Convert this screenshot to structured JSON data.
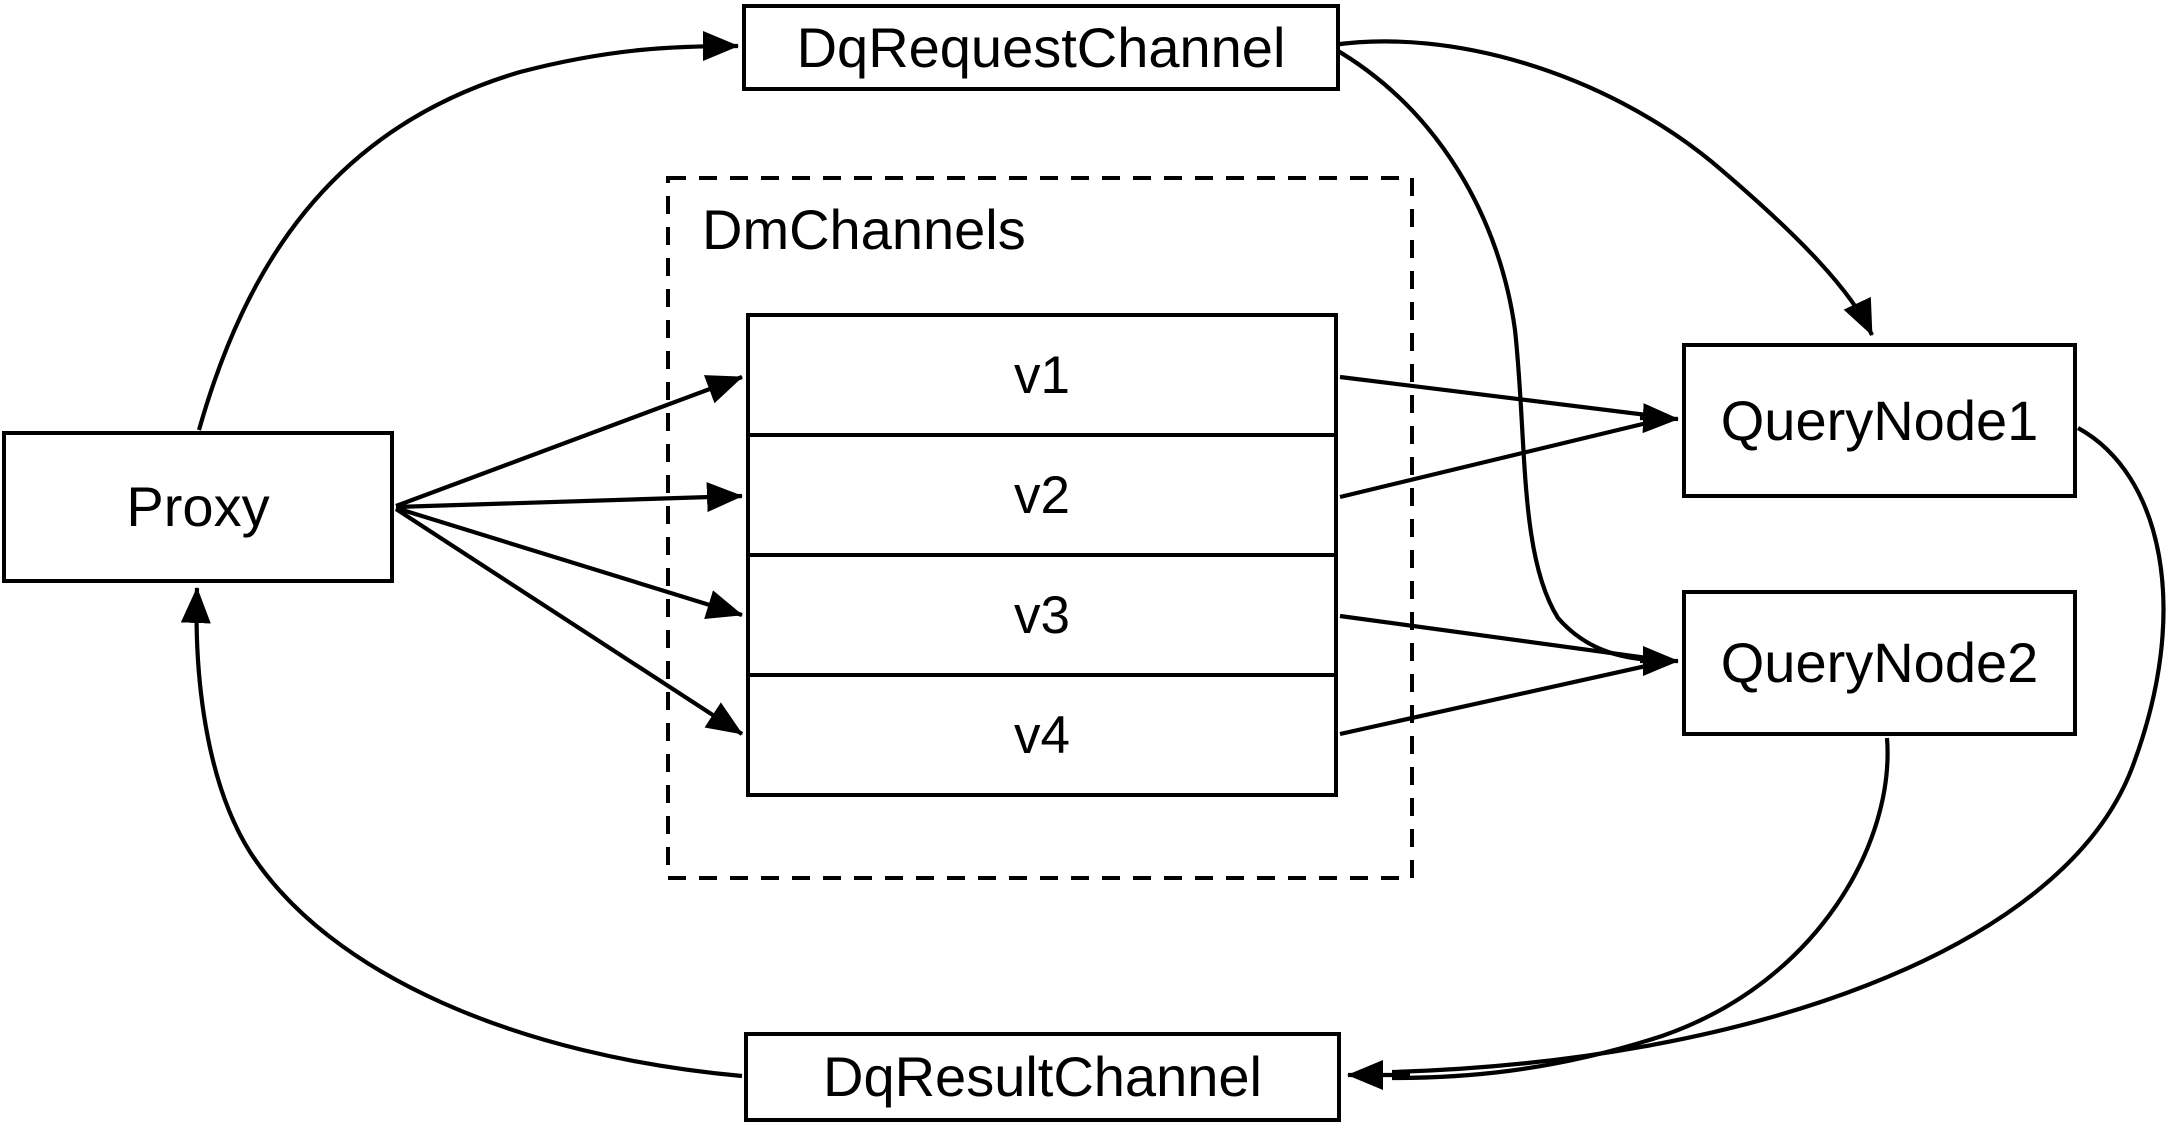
{
  "diagram": {
    "background_color": "#ffffff",
    "line_color": "#000000",
    "nodes": {
      "proxy": {
        "label": "Proxy"
      },
      "dq_request_channel": {
        "label": "DqRequestChannel"
      },
      "dm_channels": {
        "label": "DmChannels",
        "channels": [
          "v1",
          "v2",
          "v3",
          "v4"
        ]
      },
      "query_node_1": {
        "label": "QueryNode1"
      },
      "query_node_2": {
        "label": "QueryNode2"
      },
      "dq_result_channel": {
        "label": "DqResultChannel"
      }
    },
    "edges": [
      {
        "from": "Proxy",
        "to": "DqRequestChannel"
      },
      {
        "from": "DqRequestChannel",
        "to": "QueryNode1"
      },
      {
        "from": "DqRequestChannel",
        "to": "QueryNode2"
      },
      {
        "from": "Proxy",
        "to": "v1"
      },
      {
        "from": "Proxy",
        "to": "v2"
      },
      {
        "from": "Proxy",
        "to": "v3"
      },
      {
        "from": "Proxy",
        "to": "v4"
      },
      {
        "from": "v1",
        "to": "QueryNode1"
      },
      {
        "from": "v2",
        "to": "QueryNode1"
      },
      {
        "from": "v3",
        "to": "QueryNode2"
      },
      {
        "from": "v4",
        "to": "QueryNode2"
      },
      {
        "from": "QueryNode1",
        "to": "DqResultChannel"
      },
      {
        "from": "QueryNode2",
        "to": "DqResultChannel"
      },
      {
        "from": "DqResultChannel",
        "to": "Proxy"
      }
    ]
  }
}
